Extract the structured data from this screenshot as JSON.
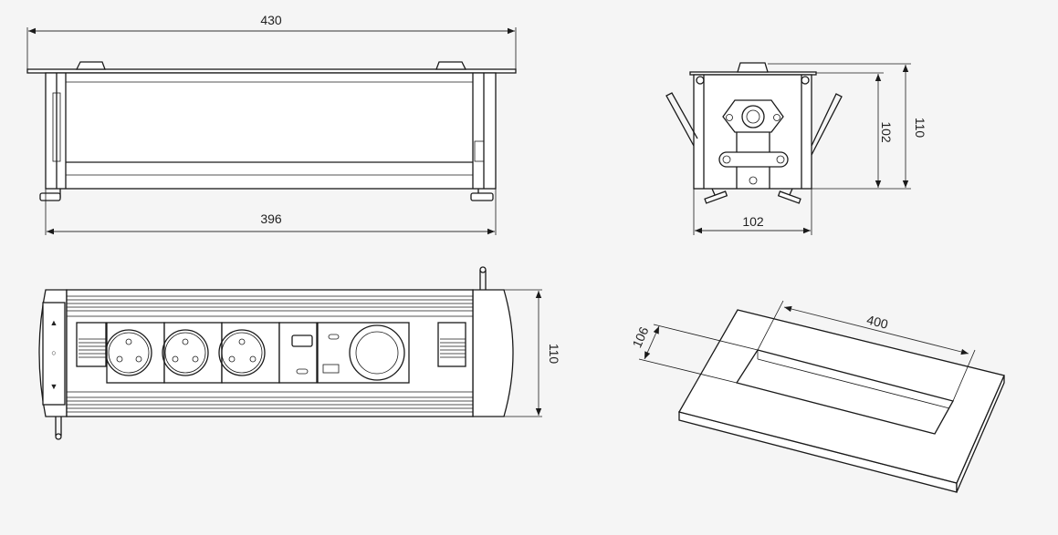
{
  "views": {
    "front": {
      "width_label": "430",
      "base_width_label": "396"
    },
    "side": {
      "width_label": "102",
      "inner_height_label": "102",
      "total_height_label": "110"
    },
    "top": {
      "height_label": "110",
      "controls": [
        "▲",
        "○",
        "▼"
      ]
    },
    "cutout": {
      "length_label": "400",
      "width_label": "106"
    }
  },
  "colors": {
    "background": "#f5f5f5",
    "line": "#1a1a1a"
  }
}
